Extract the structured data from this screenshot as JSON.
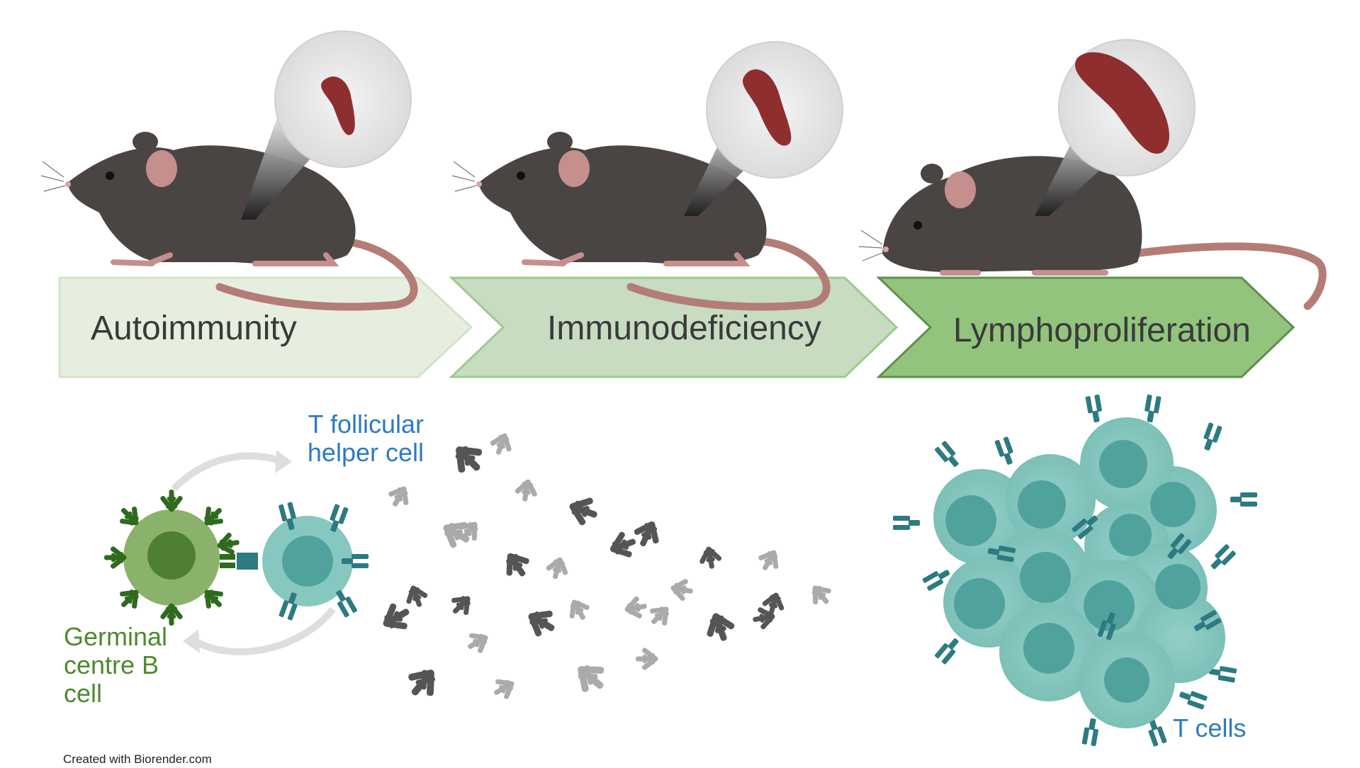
{
  "stages": [
    {
      "label": "Autoimmunity",
      "arrow_fill": "#e6efdf",
      "arrow_stroke": "#d2e3c8"
    },
    {
      "label": "Immunodeficiency",
      "arrow_fill": "#c7dcc1",
      "arrow_stroke": "#9ccc8a"
    },
    {
      "label": "Lymphoproliferation",
      "arrow_fill": "#93c47d",
      "arrow_stroke": "#5e8f4e"
    }
  ],
  "cells": {
    "tfh_label": "T follicular helper cell",
    "gc_b_label": "Germinal centre B cell",
    "t_cells_label": "T cells"
  },
  "credit": "Created with Biorender.com",
  "colors": {
    "mouse_body": "#4a4542",
    "mouse_ear": "#c48f8c",
    "tail": "#b47c76",
    "spleen": "#8e2e2e",
    "b_cell": "#8bb26b",
    "b_nucleus": "#4e7f35",
    "t_cell": "#86c8c0",
    "t_nucleus": "#4fa39c",
    "receptor": "#2d7a82",
    "antibody_dark": "#555555",
    "antibody_light": "#aaaaaa",
    "tfh_text": "#2e7bbf",
    "gc_text": "#4d8a2e",
    "tcells_text": "#2e7bbf"
  },
  "spleen_size_levels": [
    1,
    2,
    3
  ]
}
